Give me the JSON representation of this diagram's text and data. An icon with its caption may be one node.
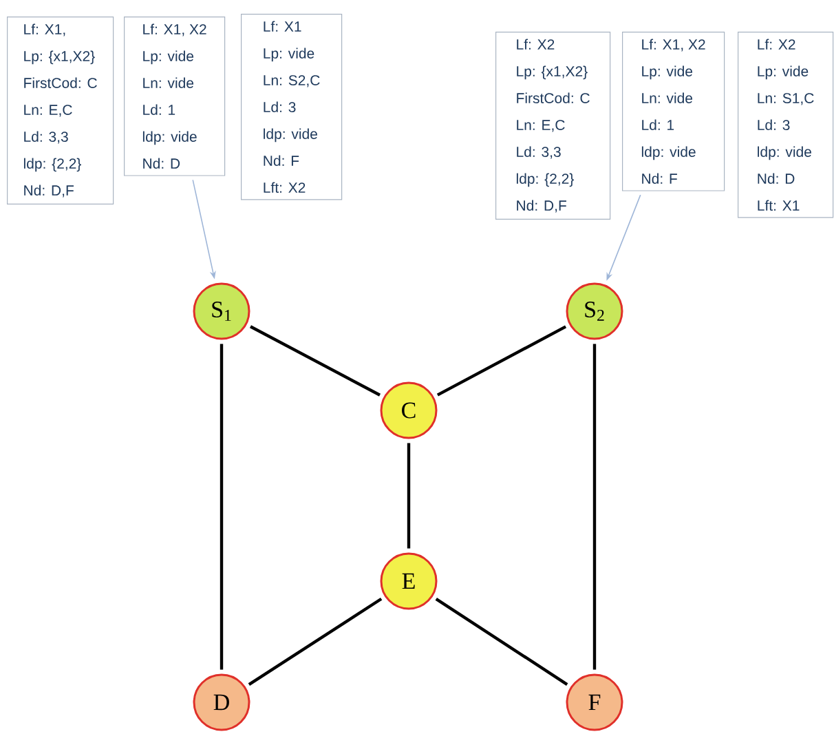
{
  "diagram": {
    "nodes": [
      {
        "text": [
          "Lf: X1,",
          "Lp: {x1,X2}",
          "FirstCod: C",
          "Ln: E,C",
          "Ld: 3,3",
          "ldp: {2,2}",
          "Nd: D,F"
        ]
      },
      {
        "text": [
          "Lf: X1, X2",
          "Lp: vide",
          "Ln: vide",
          "Ld: 1",
          "ldp: vide",
          "Nd: D"
        ]
      },
      {
        "text": [
          "Lf:  X1",
          "Lp: vide",
          "Ln: S2,C",
          "Ld: 3",
          "ldp: vide",
          "Nd: F",
          "Lft: X2"
        ]
      },
      {
        "text": [
          "Lf: X2",
          "Lp: {x1,X2}",
          "FirstCod: C",
          "Ln: E,C",
          "Ld: 3,3",
          "ldp: {2,2}",
          "Nd: D,F"
        ]
      },
      {
        "text": [
          "Lf: X1, X2",
          "Lp: vide",
          "Ln: vide",
          "Ld: 1",
          "ldp: vide",
          "Nd: F"
        ]
      },
      {
        "text": [
          "Lf:  X2",
          "Lp: vide",
          "Ln: S1,C",
          "Ld: 3",
          "ldp: vide",
          "Nd: D",
          "Lft: X1"
        ]
      },
      {
        "text": [
          "S$_{1}$"
        ]
      },
      {
        "text": [
          "S$_{2}$"
        ]
      },
      {
        "text": [
          "C"
        ]
      },
      {
        "text": [
          "E"
        ]
      },
      {
        "text": [
          "D"
        ]
      },
      {
        "text": [
          "F"
        ]
      }
    ],
    "edges": [
      {
        "from": 1,
        "to": 6,
        "arrow": "to",
        "color": "#9fb6d8"
      },
      {
        "from": 4,
        "to": 7,
        "arrow": "to",
        "color": "#9fb6d8"
      },
      {
        "from": 6,
        "to": 8,
        "arrow": "none"
      },
      {
        "from": 6,
        "to": 10,
        "arrow": "none"
      },
      {
        "from": 7,
        "to": 8,
        "arrow": "none"
      },
      {
        "from": 7,
        "to": 11,
        "arrow": "none"
      },
      {
        "from": 8,
        "to": 9,
        "arrow": "none"
      },
      {
        "from": 9,
        "to": 10,
        "arrow": "none"
      },
      {
        "from": 9,
        "to": 11,
        "arrow": "none"
      }
    ]
  }
}
